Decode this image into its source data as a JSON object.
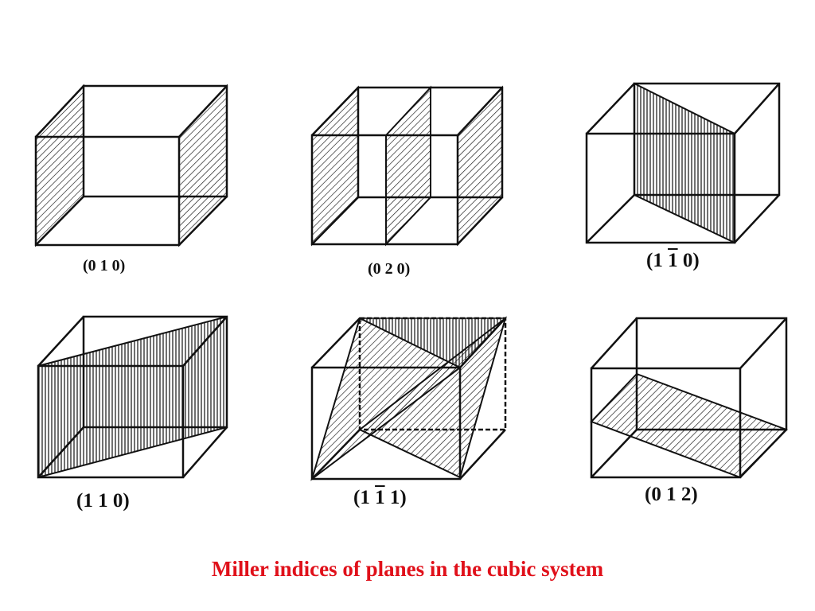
{
  "caption": "Miller indices of planes in the cubic system",
  "colors": {
    "line": "#111111",
    "caption": "#e0101a",
    "background": "#ffffff"
  },
  "panels": [
    {
      "label_parts": [
        "(0 1 0)"
      ],
      "plane": "opposite side faces hatched"
    },
    {
      "label_parts": [
        "(0 2 0)"
      ],
      "plane": "side face and mid-cube plane hatched"
    },
    {
      "label_parts": [
        "(1 ",
        "1",
        " 0)"
      ],
      "overbar_index": 1,
      "plane": "diagonal vertical plane"
    },
    {
      "label_parts": [
        "(1 1 0)"
      ],
      "plane": "diagonal vertical plane"
    },
    {
      "label_parts": [
        "(1 ",
        "1",
        " 1)"
      ],
      "overbar_index": 1,
      "plane": "triangular planes"
    },
    {
      "label_parts": [
        "(0 1 2)"
      ],
      "plane": "inclined plane"
    }
  ]
}
